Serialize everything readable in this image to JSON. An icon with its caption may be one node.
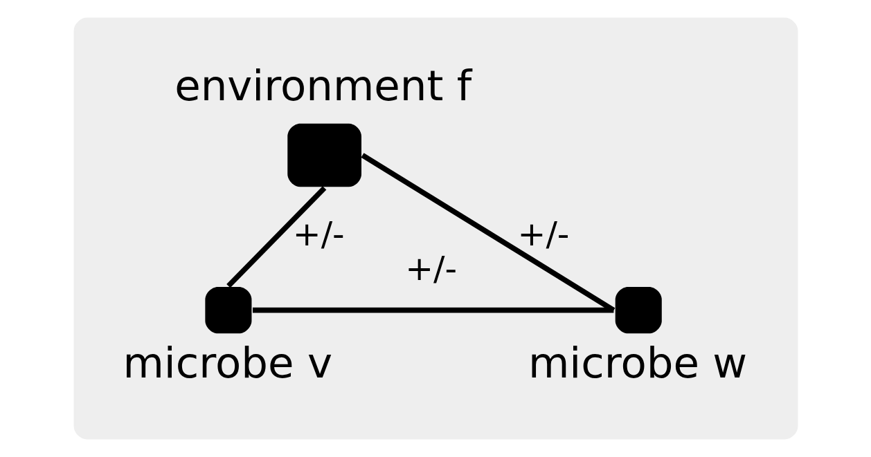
{
  "diagram": {
    "nodes": [
      {
        "text": [],
        "shape": "box"
      },
      {
        "text": [
          "environment f"
        ],
        "in": 0
      },
      {
        "text": [
          "microbe v"
        ],
        "in": 0
      },
      {
        "text": [
          "microbe w"
        ],
        "in": 0
      }
    ],
    "edges": [
      {
        "from": 1,
        "to": 2,
        "arrow": "none",
        "label": "+/-"
      },
      {
        "from": 1,
        "to": 3,
        "arrow": "none",
        "label": "+/-"
      },
      {
        "from": 2,
        "to": 3,
        "arrow": "none",
        "label": "+/-"
      }
    ]
  }
}
